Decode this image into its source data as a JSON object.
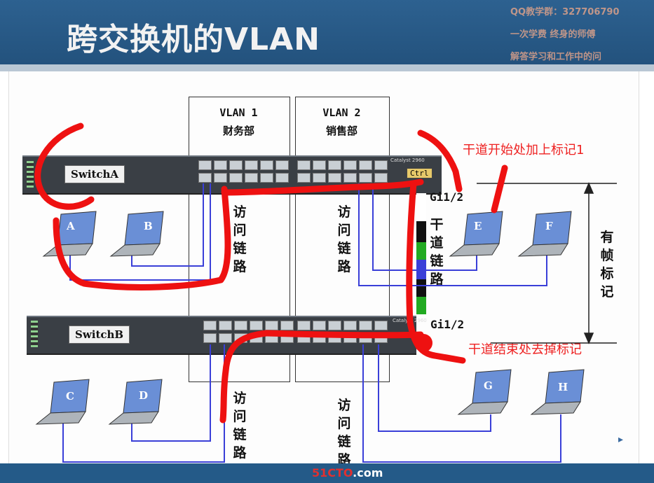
{
  "title": "跨交换机的VLAN",
  "watermark": {
    "line1": "QQ教学群：327706790",
    "line2": "一次学费  终身的师傅",
    "line3": "解答学习和工作中的问"
  },
  "vlans": [
    {
      "label": "VLAN 1",
      "dept": "财务部"
    },
    {
      "label": "VLAN 2",
      "dept": "销售部"
    }
  ],
  "switches": {
    "a": {
      "name": "SwitchA",
      "model": "Catalyst 2960"
    },
    "b": {
      "name": "SwitchB",
      "model": "Catalyst 2960"
    }
  },
  "interfaces": {
    "top": "Gi1/2",
    "bottom": "Gi1/2",
    "console": "Ctrl"
  },
  "links": {
    "access": "访问链路",
    "trunk": "干道链路",
    "tagged": "有帧标记"
  },
  "annotations": {
    "start": "干道开始处加上标记1",
    "end": "干道结束处去掉标记"
  },
  "hosts": [
    "A",
    "B",
    "C",
    "D",
    "E",
    "F",
    "G",
    "H"
  ],
  "footer": {
    "logo_main": "51CTO",
    "logo_suffix": ".com"
  },
  "colors": {
    "header": "#245a88",
    "link": "#3a3fd8",
    "annotation": "#ee2222",
    "trunk_colors": [
      "#111111",
      "#22aa22",
      "#3a3fd8"
    ]
  }
}
